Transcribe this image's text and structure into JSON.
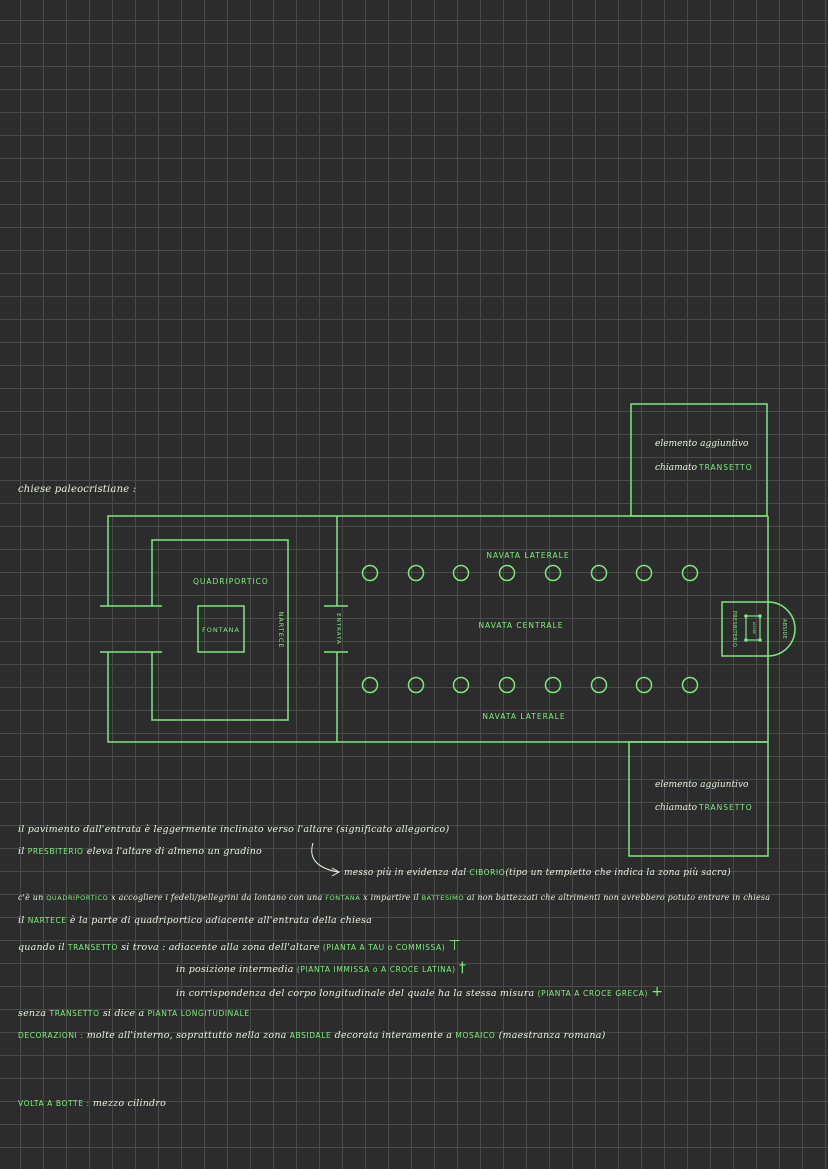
{
  "title": "chiese paleocristiane :",
  "plan": {
    "transept_top_line1": "elemento aggiuntivo",
    "transept_top_line2": "chiamato",
    "transept_top_keyword": "TRANSETTO",
    "transept_bottom_line1": "elemento aggiuntivo",
    "transept_bottom_line2": "chiamato",
    "transept_bottom_keyword": "TRANSETTO",
    "quadriportico": "QUADRIPORTICO",
    "fontana": "FONTANA",
    "nartece": "NARTECE",
    "entrata": "ENTRATA",
    "navata_laterale_top": "NAVATA LATERALE",
    "navata_centrale": "NAVATA CENTRALE",
    "navata_laterale_bottom": "NAVATA LATERALE",
    "presbiterio": "PRESBITERIO",
    "abside": "ABSIDE",
    "altare": "ALTARE"
  },
  "notes": {
    "n1_a": "il pavimento dall'entrata è leggermente inclinato verso l'altare (significato allegorico)",
    "n2_a": "il",
    "n2_kw": "PRESBITERIO",
    "n2_b": "eleva l'altare di almeno un gradino",
    "n3_a": "messo più in evidenza dal",
    "n3_kw": "CIBORIO",
    "n3_b": "(tipo un tempietto che indica la zona più sacra)",
    "n4_a": "c'è un",
    "n4_kw1": "QUADRIPORTICO",
    "n4_b": "x accogliere i fedeli/pellegrini da lontano con una",
    "n4_kw2": "FONTANA",
    "n4_c": "x impartire il",
    "n4_kw3": "BATTESIMO",
    "n4_d": "ai non battezzati che altrimenti non avrebbero potuto entrare in chiesa",
    "n5_a": "il",
    "n5_kw": "NARTECE",
    "n5_b": "è la parte di quadriportico adiacente all'entrata della chiesa",
    "n6_a": "quando il",
    "n6_kw1": "TRANSETTO",
    "n6_b": "si trova : adiacente alla zona dell'altare",
    "n6_kw2": "(PIANTA A TAU o COMMISSA)",
    "n6_sym": "⊤",
    "n7_a": "in posizione intermedia",
    "n7_kw": "(PIANTA IMMISSA o A CROCE LATINA)",
    "n7_sym": "†",
    "n8_a": "in corrispondenza del corpo longitudinale del quale ha la stessa misura",
    "n8_kw": "(PIANTA A CROCE GRECA)",
    "n8_sym": "+",
    "n9_a": "senza",
    "n9_kw1": "TRANSETTO",
    "n9_b": "si dice a",
    "n9_kw2": "PIANTA LONGITUDINALE",
    "n10_kw1": "DECORAZIONI :",
    "n10_a": "molte all'interno, soprattutto nella zona",
    "n10_kw2": "ABSIDALE",
    "n10_b": "decorata interamente a",
    "n10_kw3": "MOSAICO",
    "n10_c": "(maestranza romana)",
    "n11_kw": "VOLTA A BOTTE :",
    "n11_a": "mezzo cilindro"
  },
  "colors": {
    "line": "#7ce87c",
    "text": "#e8f5e0",
    "background": "#2c2c2c",
    "grid": "#4a4a4a"
  }
}
